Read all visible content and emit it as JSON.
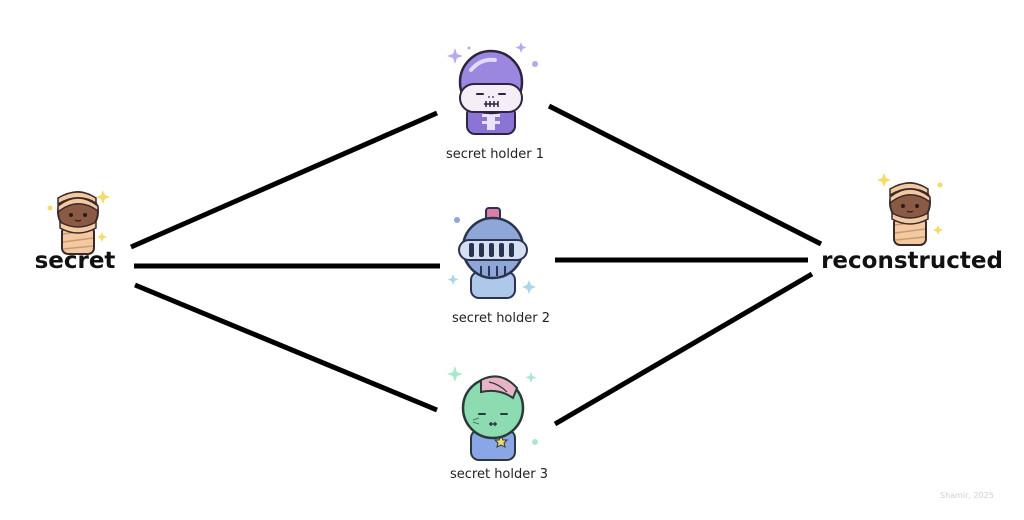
{
  "nodes": {
    "secret": {
      "label": "secret",
      "icon": "mummy-icon"
    },
    "holder1": {
      "label": "secret holder 1",
      "icon": "skeleton-icon"
    },
    "holder2": {
      "label": "secret holder 2",
      "icon": "knight-icon"
    },
    "holder3": {
      "label": "secret holder 3",
      "icon": "zombie-icon"
    },
    "reconstructed": {
      "label": "reconstructed",
      "icon": "mummy-icon"
    }
  },
  "edges": [
    {
      "from": "secret",
      "to": "secret holder 1"
    },
    {
      "from": "secret",
      "to": "secret holder 2"
    },
    {
      "from": "secret",
      "to": "secret holder 3"
    },
    {
      "from": "secret holder 1",
      "to": "reconstructed"
    },
    {
      "from": "secret holder 2",
      "to": "reconstructed"
    },
    {
      "from": "secret holder 3",
      "to": "reconstructed"
    }
  ],
  "watermark": "Shamir, 2025",
  "colors": {
    "line": "#000000",
    "skeleton": "#9b86e0",
    "knight": "#8fa6d8",
    "zombie": "#8ddbb0",
    "mummy_wrap": "#f2c9a0",
    "mummy_skin": "#8a5a44",
    "sparkle_purple": "#b9a8ee",
    "sparkle_yellow": "#f4dc6a",
    "sparkle_blue": "#a9d7e8"
  }
}
